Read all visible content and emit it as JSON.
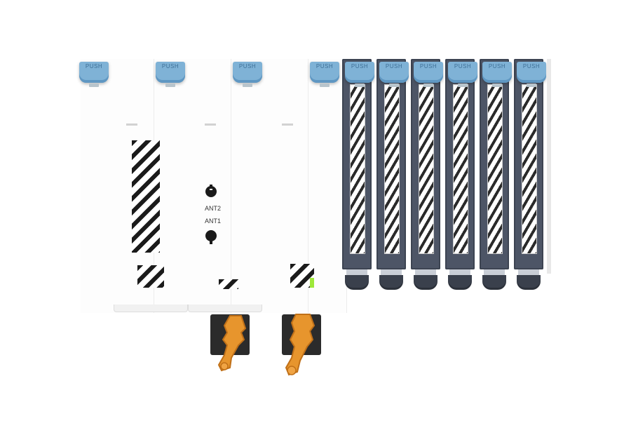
{
  "device": {
    "push_label": "PUSH",
    "antenna_labels": [
      "ANT2",
      "ANT1"
    ],
    "colors": {
      "push_tab": "#7fb2d6",
      "io_module": "#4d5566",
      "strain_relief": "#e7952d",
      "status_led": "#9ee83a"
    },
    "module_count_white": 4,
    "module_count_io": 6
  }
}
